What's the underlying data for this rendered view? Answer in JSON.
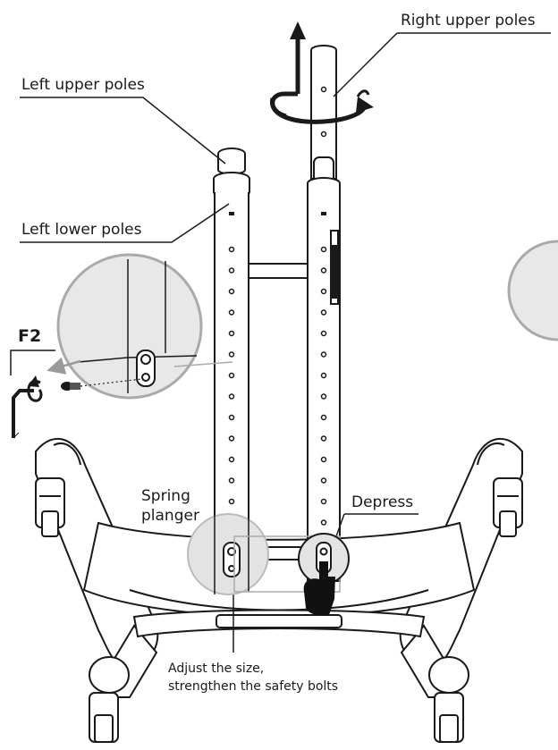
{
  "labels": {
    "right_upper": "Right upper poles",
    "left_upper": "Left upper poles",
    "left_lower": "Left lower poles",
    "f2": "F2",
    "spring_line1": "Spring",
    "spring_line2": "planger",
    "depress": "Depress",
    "adjust_line1": "Adjust the size,",
    "adjust_line2": "strengthen the safety bolts"
  },
  "colors": {
    "line": "#1a1a1a",
    "pole_fill": "#ffffff",
    "inset_fill": "#e8e8e8",
    "inset_stroke": "#aaaaaa",
    "arrow_gray": "#9a9a9a",
    "hand": "#111111"
  }
}
